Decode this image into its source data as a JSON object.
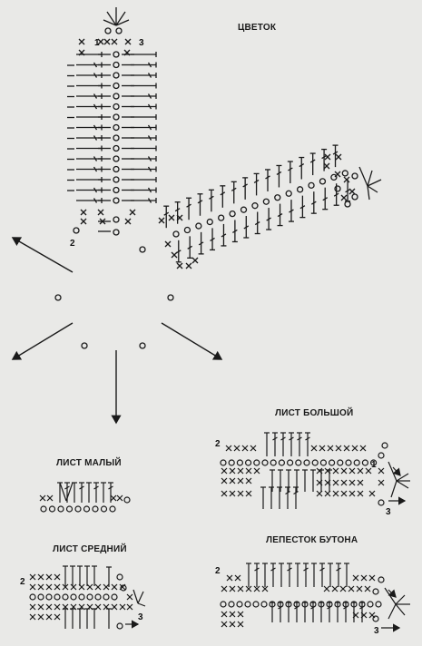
{
  "titles": {
    "flower": "ЦВЕТОК",
    "leaf_large": "ЛИСТ БОЛЬШОЙ",
    "leaf_small": "ЛИСТ МАЛЫЙ",
    "leaf_medium": "ЛИСТ СРЕДНИЙ",
    "bud_petal": "ЛЕПЕСТОК БУТОНА"
  },
  "row_markers": {
    "one": "1",
    "two": "2",
    "three": "3"
  },
  "colors": {
    "background": "#e9e9e7",
    "ink": "#1a1a1a"
  }
}
